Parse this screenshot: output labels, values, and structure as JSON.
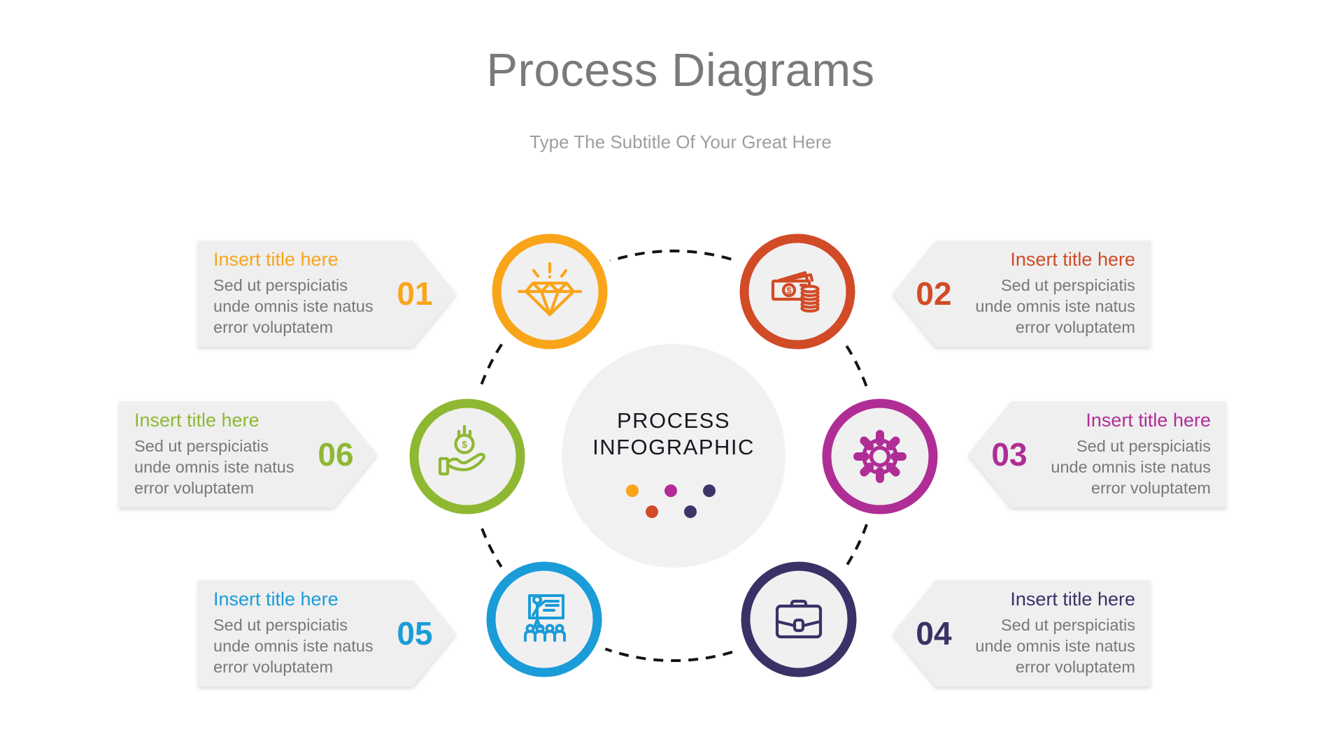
{
  "header": {
    "title": "Process Diagrams",
    "subtitle": "Type The Subtitle Of Your Great Here",
    "title_color": "#797A7D",
    "subtitle_color": "#9C9EA1"
  },
  "diagram": {
    "center_line1": "PROCESS",
    "center_line2": "INFOGRAPHIC",
    "center_text_color": "#17171F",
    "center_circle_fill": "#F1F1F2",
    "icon_circle_fill": "#F0F0F1",
    "connector_color": "#141414",
    "dollar": "$",
    "dots": [
      "#F9A51A",
      "#B02D96",
      "#3E3468",
      "#D14B27",
      "#3E3468"
    ]
  },
  "callout": {
    "box_bg": "#EFEFF0",
    "body_color": "#77787B"
  },
  "steps": [
    {
      "number": "01",
      "title": "Insert title here",
      "body": "Sed ut perspiciatis unde omnis iste natus error voluptatem",
      "color": "#F9A51A",
      "icon": "diamond-icon"
    },
    {
      "number": "02",
      "title": "Insert title here",
      "body": "Sed ut perspiciatis unde omnis iste natus error voluptatem",
      "color": "#D14B27",
      "icon": "money-icon"
    },
    {
      "number": "03",
      "title": "Insert title here",
      "body": "Sed ut perspiciatis unde omnis iste natus error voluptatem",
      "color": "#B02D96",
      "icon": "gear-icon"
    },
    {
      "number": "04",
      "title": "Insert title here",
      "body": "Sed ut perspiciatis unde omnis iste natus error voluptatem",
      "color": "#3A3266",
      "icon": "briefcase-icon"
    },
    {
      "number": "05",
      "title": "Insert title here",
      "body": "Sed ut perspiciatis unde omnis iste natus error voluptatem",
      "color": "#1A9CD8",
      "icon": "presentation-icon"
    },
    {
      "number": "06",
      "title": "Insert title here",
      "body": "Sed ut perspiciatis unde omnis iste natus error voluptatem",
      "color": "#8FB832",
      "icon": "hand-coin-icon"
    }
  ]
}
